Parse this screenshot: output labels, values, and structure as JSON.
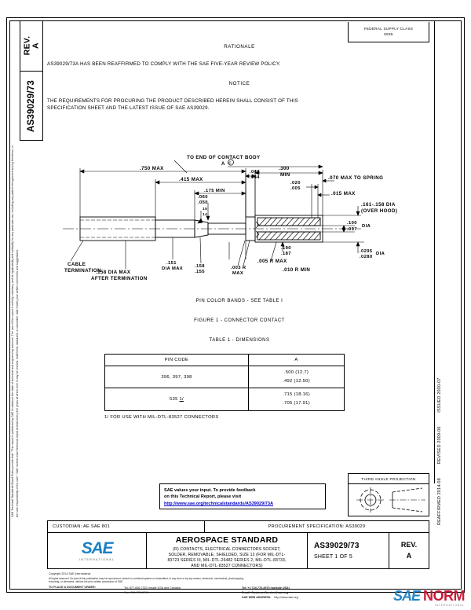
{
  "document": {
    "rev_label": "REV.",
    "rev_value": "A",
    "doc_number": "AS39029/73",
    "fsc_line1": "FEDERAL SUPPLY CLASS",
    "fsc_line2": "5935"
  },
  "body": {
    "rationale_heading": "RATIONALE",
    "rationale_text": "AS39029/73A HAS BEEN REAFFIRMED TO COMPLY WITH THE SAE FIVE-YEAR REVIEW POLICY.",
    "notice_heading": "NOTICE",
    "notice_text_line1": "THE REQUIREMENTS FOR PROCURING THE PRODUCT DESCRIBED HEREIN SHALL CONSIST OF THIS",
    "notice_text_line2": "SPECIFICATION SHEET AND THE LATEST ISSUE OF SAE AS39029."
  },
  "drawing": {
    "callouts": {
      "to_end_of_contact_body": "TO END OF CONTACT BODY",
      "datum_a": "A",
      "dim_750_max": ".750 MAX",
      "dim_415_max": ".415 MAX",
      "dim_175_min": ".175 MIN",
      "dim_060_050": [
        ".060",
        ".050"
      ],
      "dim_048_044": [
        ".048",
        ".044"
      ],
      "dim_300_min": [
        ".300",
        "MIN"
      ],
      "dim_020_005": [
        ".020",
        ".005"
      ],
      "dim_070_max_to_spring": ".070 MAX TO SPRING",
      "dim_015_max": ".015 MAX",
      "dim_161_158_dia": ".161-.158 DIA",
      "over_hood": "(OVER HOOD)",
      "dim_100_097_dia": [
        ".100",
        ".097",
        "DIA"
      ],
      "dim_0295_0280_dia": [
        ".0295",
        ".0280",
        "DIA"
      ],
      "dim_010_r_min": ".010 R MIN",
      "dim_005_r_max": ".005 R MAX",
      "dim_190_187": [
        ".190",
        ".187"
      ],
      "dim_003_r_max": [
        ".003 R",
        "MAX"
      ],
      "dim_151_dia_max": [
        ".151",
        "DIA  MAX"
      ],
      "dim_158_155": [
        ".158",
        ".155"
      ],
      "cable_termination": [
        "CABLE",
        "TERMINATION"
      ],
      "dim_158_dia_max_after": [
        ".158 DIA MAX",
        "AFTER  TERMINATION"
      ],
      "angle_15_14": [
        "15",
        "14"
      ]
    }
  },
  "captions": {
    "pin_color_bands": "PIN COLOR BANDS - SEE TABLE I",
    "figure_title": "FIGURE 1 - CONNECTOR CONTACT",
    "table_title": "TABLE 1 - DIMENSIONS"
  },
  "table": {
    "headers": [
      "PIN CODE",
      "A"
    ],
    "rows": [
      {
        "pin_code": "396, 397, 398",
        "pin_note": "",
        "a_top": ".500 (12.7)",
        "a_bottom": ".492 (12.50)"
      },
      {
        "pin_code": "535",
        "pin_note": "1/",
        "a_top": ".715 (18.16)",
        "a_bottom": ".705 (17.91)"
      }
    ],
    "footnote": "1/  FOR USE WITH MIL-DTL-83527 CONNECTORS"
  },
  "feedback": {
    "line1": "SAE values your input. To provide feedback",
    "line2": "on this Technical Report, please visit",
    "link": "http://www.sae.org/technicalstandards/AS39029/73A"
  },
  "third_angle": {
    "title": "THIRD ANGLE PROJECTION"
  },
  "title_block": {
    "custodian": "CUSTODIAN: AE SAE 801",
    "procurement": "PROCUREMENT SPECIFICATION: AS39029",
    "logo_text": "SAE",
    "logo_sub": "INTERNATIONAL",
    "standard_title": "AEROSPACE STANDARD",
    "description_lines": [
      "(R) CONTACTS, ELECTRICAL CONNECTORS SOCKET,",
      "SOLDER, REMOVABLE, SHIELDED, SIZE 12 (FOR MIL-DTL-",
      "83723 SERIES III, MIL-DTL-26482 SERIES 2, MIL-DTL-83733,",
      "AND MIL-DTL-83527 CONNECTORS)"
    ],
    "doc_number": "AS39029/73",
    "sheet": "SHEET 1 OF 5",
    "rev_label": "REV.",
    "rev_value": "A"
  },
  "revision_history": {
    "entries": [
      "REAFFIRMED 2014-08",
      "REVISED 2009-06",
      "ISSUED 2000-07"
    ]
  },
  "left_disclaimer": "SAE Technical Standards Board Rules provide that: \"This report is published by SAE to advance the state of technical and engineering sciences. The use of this report is entirely voluntary, and its applicability and suitability for any particular use, including any patent infringement arising therefrom, is the sole responsibility of the user.\"  SAE reviews each technical report at least every five years at which time it may be revised, reaffirmed, stabilized, or cancelled. SAE invites your written comments and suggestions.",
  "footer": {
    "copyright": "Copyright 2014 SAE International",
    "rights_line1": "All rights reserved. No part of this publication may be reproduced, stored in a retrieval system or transmitted, in any form or by any means, electronic, mechanical, photocopying,",
    "rights_line2": "recording, or otherwise, without the prior written permission of SAE.",
    "order_label": "TO PLACE A DOCUMENT ORDER:",
    "tel_usa": "Tel: 877-606-7323 (inside USA and Canada)",
    "fax": "Fax: 724-776-0790",
    "tel_outside": "Tel: +1 724-776-4970 (outside USA)",
    "email": "Email: CustomerService@sae.org",
    "web_label": "SAE WEB ADDRESS:",
    "web_url": "http://www.sae.org"
  },
  "watermark": {
    "sae": "SAE",
    "norm": "NORM",
    "sub": "INTERNATIONAL"
  },
  "colors": {
    "sae_blue": "#1b7fc4",
    "norm_red": "#c8102e",
    "link_blue": "#0000cc"
  }
}
